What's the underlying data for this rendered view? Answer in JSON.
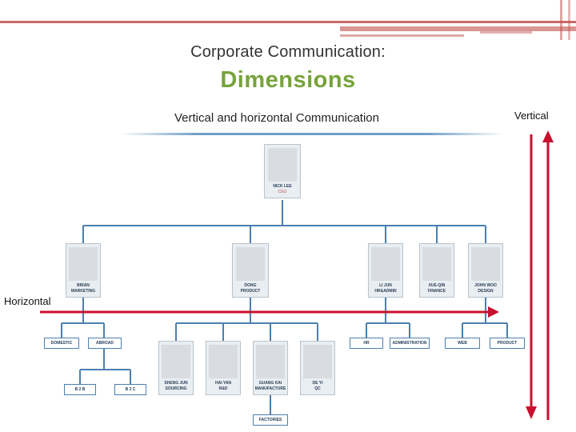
{
  "slide": {
    "title_line1": "Corporate Communication:",
    "title_line2": "Dimensions",
    "subtitle": "Vertical and horizontal Communication",
    "vertical_label": "Vertical",
    "horizontal_label": "Horizontal"
  },
  "org": {
    "ceo": {
      "name": "NICK LEE",
      "role": "CEO"
    },
    "heads": [
      {
        "name": "BRIAN",
        "role": "MARKETING"
      },
      {
        "name": "DONG",
        "role": "PRODUCT"
      },
      {
        "name": "LI JUN",
        "role": "HR&ADMIN"
      },
      {
        "name": "XUE-QIN",
        "role": "FINANCE"
      },
      {
        "name": "JOHN WOO",
        "role": "DESIGN"
      }
    ],
    "marketing_units": [
      "DOMESTIC",
      "ABROAD"
    ],
    "domestic_units": [
      "B 2 B",
      "B 2 C"
    ],
    "product_staff": [
      {
        "name": "SHENG JUN",
        "role": "SOURCING"
      },
      {
        "name": "HAI YAN",
        "role": "R&D"
      },
      {
        "name": "GUANG KAI",
        "role": "MANUFACTURE"
      },
      {
        "name": "DE YI",
        "role": "QC"
      }
    ],
    "factories_label": "FACTORIES",
    "hr_units": [
      "HR",
      "ADMINISTRATION"
    ],
    "design_units": [
      "WEB",
      "PRODUCT"
    ]
  },
  "colors": {
    "accent_red": "#c0504d",
    "title_green": "#77a33b",
    "arrow_red": "#c8102e",
    "line_blue": "#4b7fb0"
  }
}
